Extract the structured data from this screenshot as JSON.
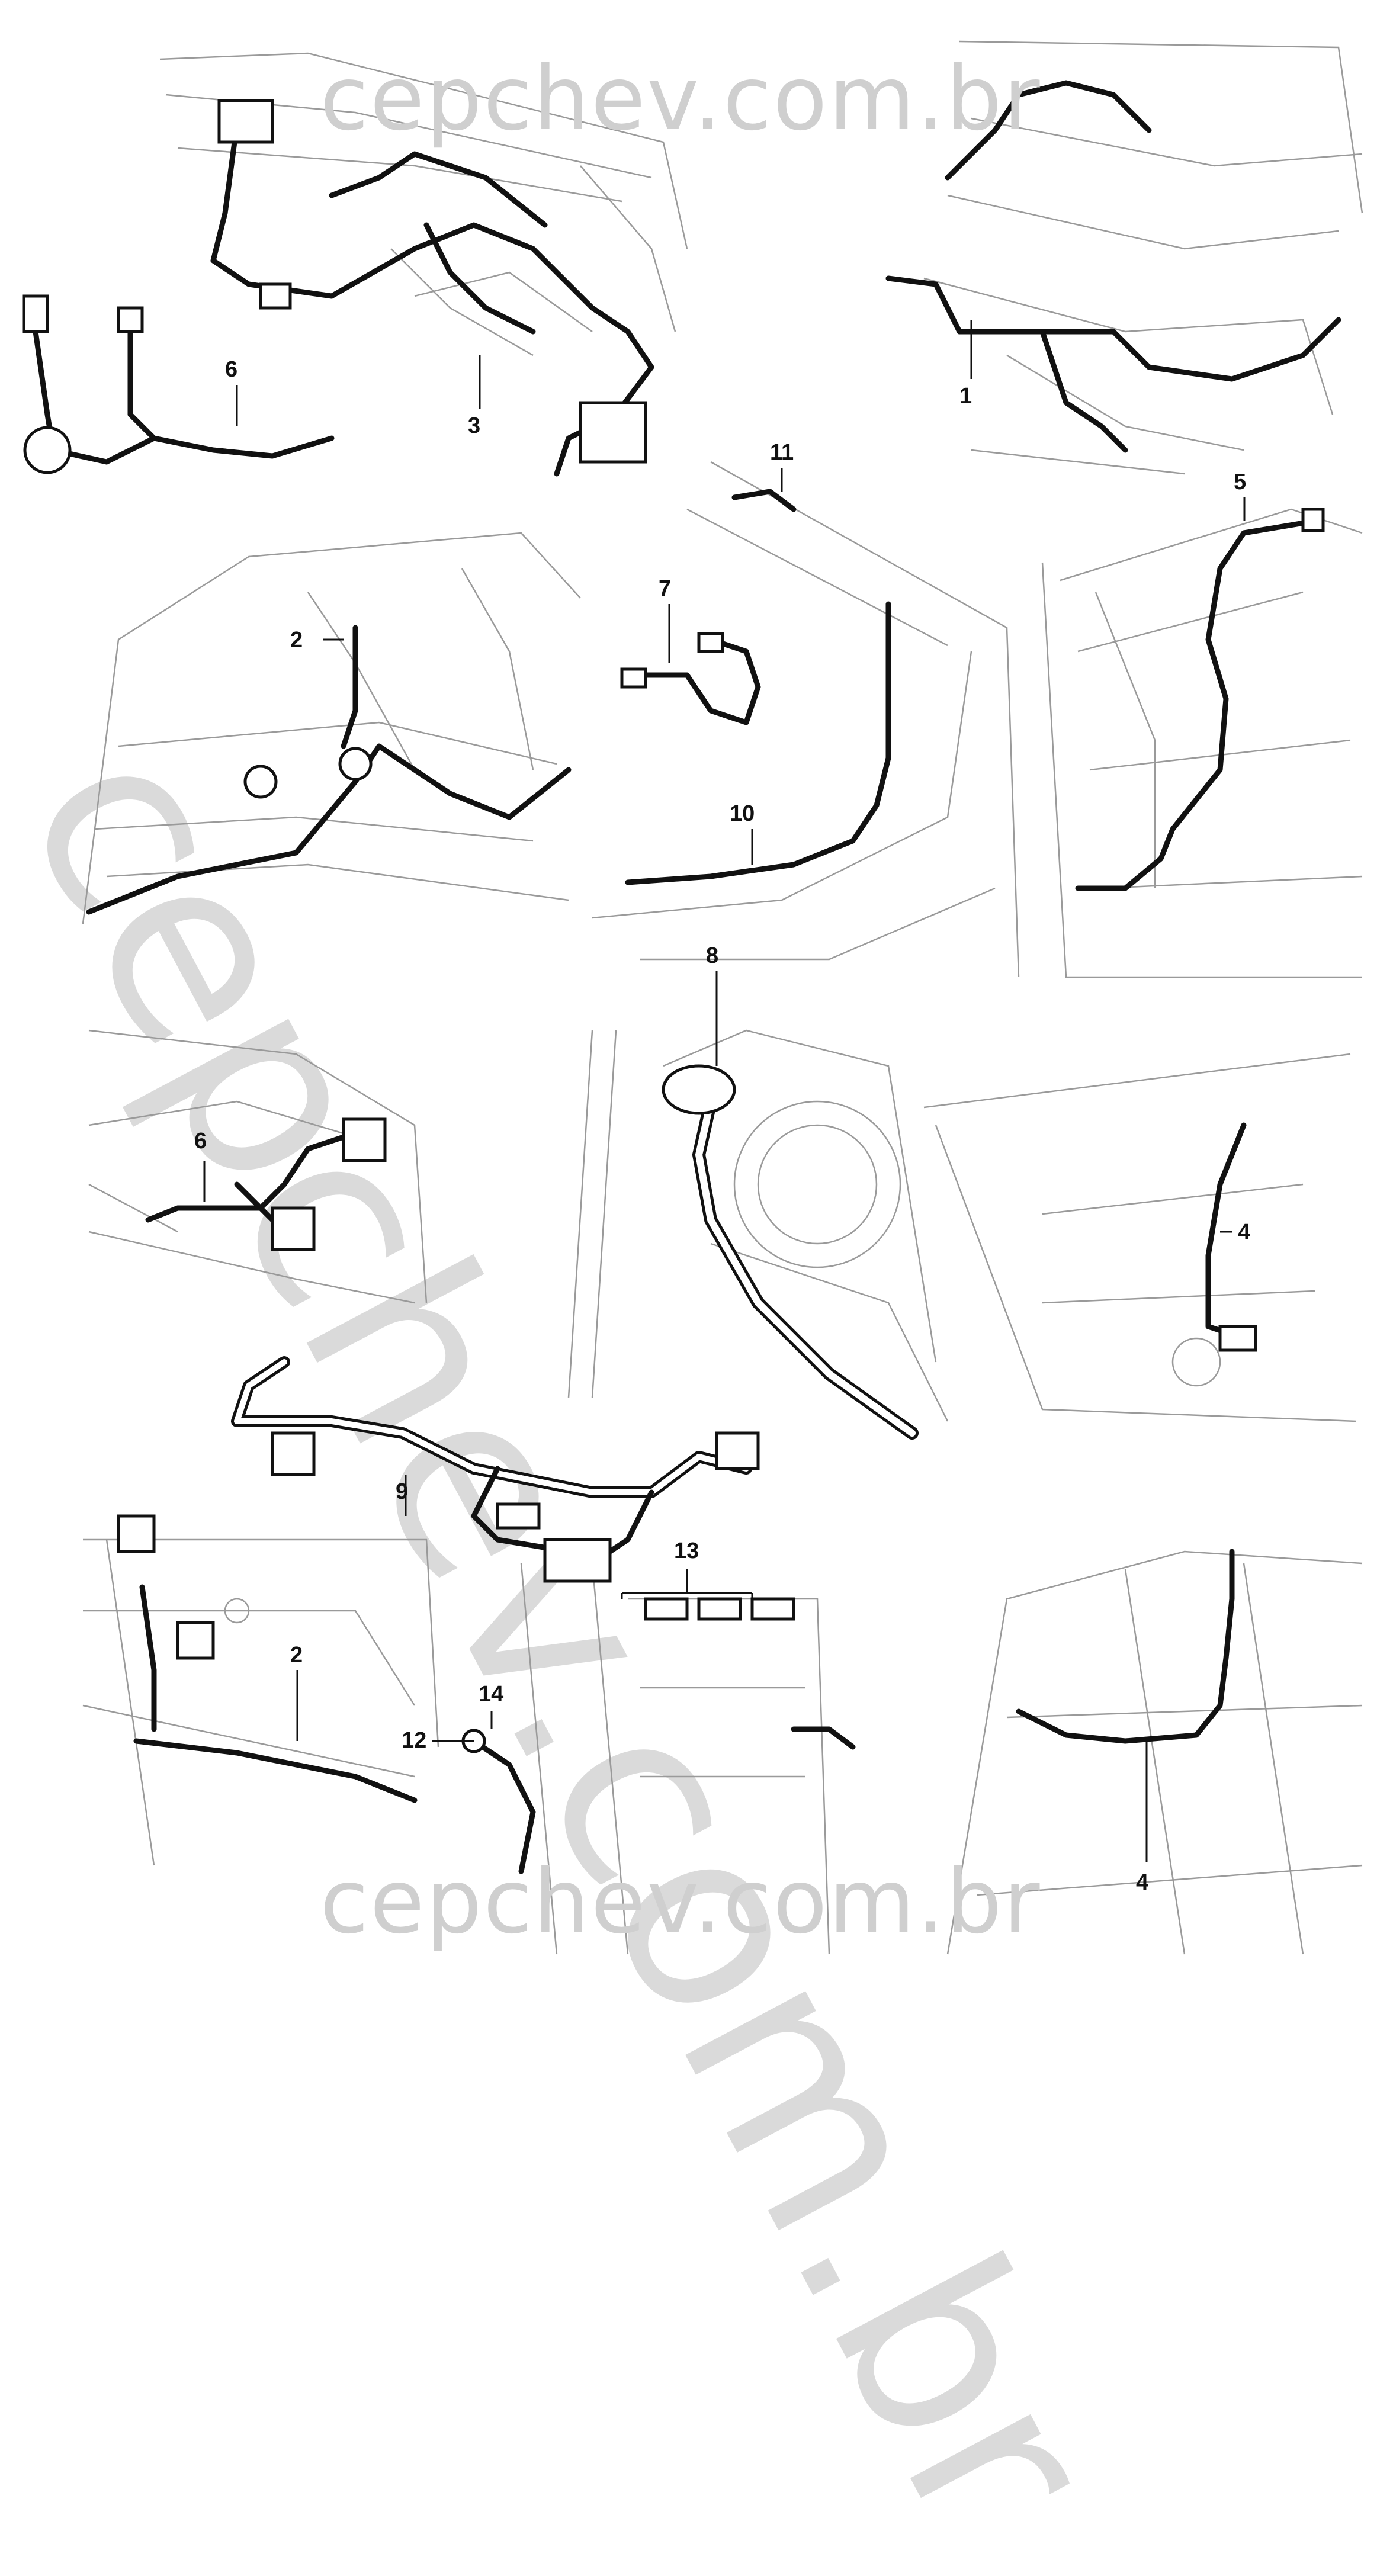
{
  "watermarks": {
    "top": "cepchev.com.br",
    "bottom": "cepchev.com.br",
    "diagonal": "cepchev.com.br"
  },
  "callouts": {
    "c1": "1",
    "c2a": "2",
    "c2b": "2",
    "c3": "3",
    "c4a": "4",
    "c4b": "4",
    "c5": "5",
    "c6a": "6",
    "c6b": "6",
    "c7": "7",
    "c8": "8",
    "c9": "9",
    "c10": "10",
    "c11": "11",
    "c12": "12",
    "c13": "13",
    "c14": "14"
  },
  "colors": {
    "line": "#9a9a9a",
    "harness": "#111111",
    "watermark": "#cfcfcf"
  }
}
